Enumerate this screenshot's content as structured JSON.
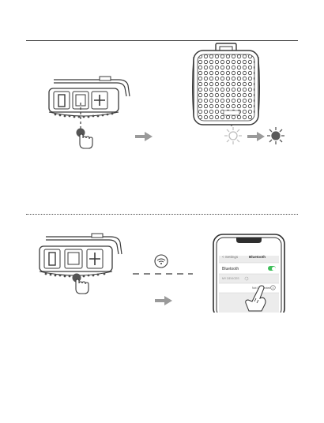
{
  "icons": {
    "section1": [
      "speaker-side-icon",
      "hand-press-icon",
      "arrow-right-icon",
      "speaker-front-icon",
      "light-dim-icon",
      "arrow-right-icon",
      "light-bright-icon"
    ],
    "section2": [
      "speaker-side-icon",
      "hand-press-icon",
      "bluetooth-icon",
      "arrow-right-icon",
      "phone-icon"
    ]
  },
  "phone_screen": {
    "back_label": "< Settings",
    "title": "Bluetooth",
    "bluetooth_row_label": "Bluetooth",
    "bluetooth_toggle_on": true,
    "my_devices_label": "MY DEVICES",
    "device_status": "Not Connected"
  },
  "colors": {
    "line": "#3a3a3a",
    "arrow": "#9a9a9a",
    "toggle": "#3fbf5a",
    "bright_sun": "#5a5a5a",
    "dim_sun": "#bdbdbd"
  }
}
